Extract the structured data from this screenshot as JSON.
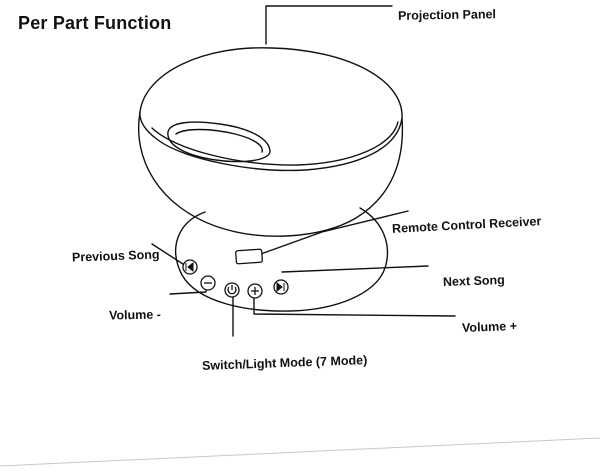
{
  "diagram": {
    "title": "Per Part Function",
    "labels": {
      "projection_panel": "Projection Panel",
      "remote_control_receiver": "Remote Control Receiver",
      "previous_song": "Previous Song",
      "next_song": "Next Song",
      "volume_minus": "Volume -",
      "volume_plus": "Volume +",
      "switch_light_mode": "Switch/Light Mode (7 Mode)"
    },
    "colors": {
      "line": "#111111",
      "background": "#ffffff",
      "rule": "#c8c8c8"
    },
    "icons": [
      "previous-song-icon",
      "volume-minus-icon",
      "power-icon",
      "volume-plus-icon",
      "next-song-icon",
      "remote-receiver-icon"
    ]
  }
}
